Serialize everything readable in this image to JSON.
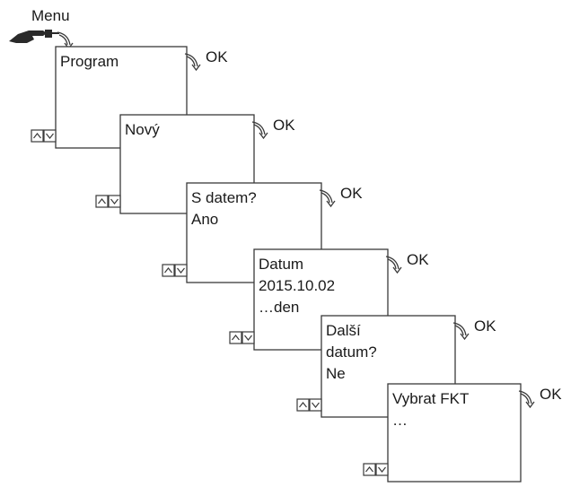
{
  "menu_label": "Menu",
  "ok_label": "OK",
  "screens": [
    {
      "id": "program",
      "lines": [
        "Program"
      ]
    },
    {
      "id": "novy",
      "lines": [
        "Nový"
      ]
    },
    {
      "id": "s-datem",
      "lines": [
        "S datem?",
        "Ano"
      ]
    },
    {
      "id": "datum",
      "lines": [
        "Datum",
        "2015.10.02",
        "…den"
      ]
    },
    {
      "id": "dalsi-datum",
      "lines": [
        "Další",
        "datum?",
        "Ne"
      ]
    },
    {
      "id": "vybrat-fkt",
      "lines": [
        "Vybrat FKT",
        "…"
      ]
    }
  ],
  "icons": {
    "menu_hand": "pointing-hand-icon",
    "ok_arrow": "curved-arrow-icon",
    "nav": "up-down-arrow-buttons-icon"
  },
  "colors": {
    "line": "#3a3a3a",
    "text": "#1a1a1a",
    "hand": "#2a2a2a"
  }
}
